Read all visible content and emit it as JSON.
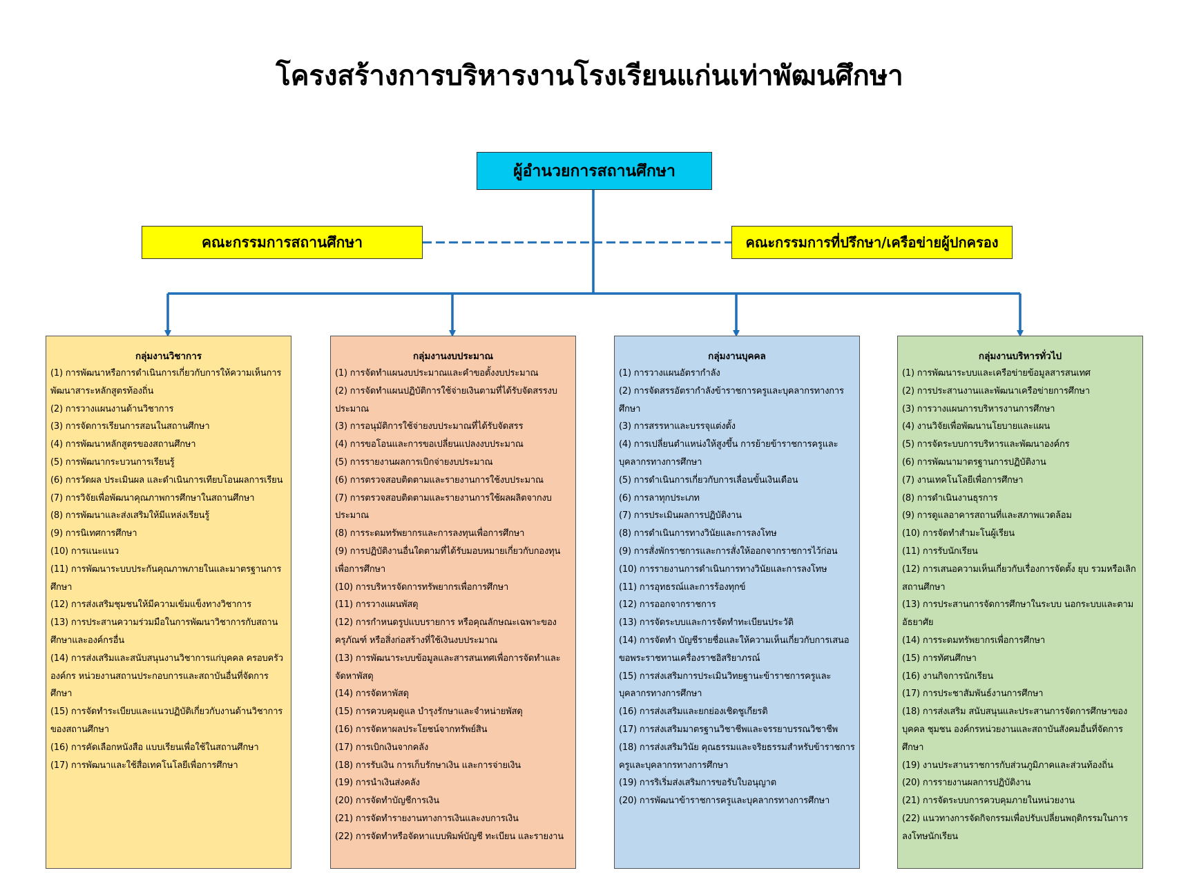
{
  "title": "โครงสร้างการบริหารงานโรงเรียนแก่นเท่าพัฒนศึกษา",
  "director": "ผู้อำนวยการสถานศึกษา",
  "board": "คณะกรรมการสถานศึกษา",
  "advisory": "คณะกรรมการที่ปรึกษา/เครือข่ายผู้ปกครอง",
  "colors": {
    "director": "#00c8f0",
    "committees": "#ffff00",
    "connector": "#1f6fb8",
    "academic": "#ffe699",
    "budget": "#f8cbad",
    "personnel": "#bdd7ee",
    "general": "#c6e0b4"
  },
  "groups": [
    {
      "title": "กลุ่มงานวิชาการ",
      "items": [
        "(1) การพัฒนาหรือการดำเนินการเกี่ยวกับการให้ความเห็นการพัฒนาสาระหลักสูตรท้องถิ่น",
        "(2) การวางแผนงานด้านวิชาการ",
        "(3) การจัดการเรียนการสอนในสถานศึกษา",
        "(4) การพัฒนาหลักสูตรของสถานศึกษา",
        "(5) การพัฒนากระบวนการเรียนรู้",
        "(6) การวัดผล ประเมินผล และดำเนินการเทียบโอนผลการเรียน",
        "(7) การวิจัยเพื่อพัฒนาคุณภาพการศึกษาในสถานศึกษา",
        "(8) การพัฒนาและส่งเสริมให้มีแหล่งเรียนรู้",
        "(9) การนิเทศการศึกษา",
        "(10) การแนะแนว",
        "(11) การพัฒนาระบบประกันคุณภาพภายในและมาตรฐานการศึกษา",
        "(12) การส่งเสริมชุมชนให้มีความเข้มแข็งทางวิชาการ",
        "(13) การประสานความร่วมมือในการพัฒนาวิชาการกับสถานศึกษาและองค์กรอื่น",
        "(14) การส่งเสริมและสนับสนุนงานวิชาการแก่บุคคล ครอบครัว องค์กร หน่วยงานสถานประกอบการและสถาบันอื่นที่จัดการศึกษา",
        "(15) การจัดทำระเบียบและแนวปฏิบัติเกี่ยวกับงานด้านวิชาการของสถานศึกษา",
        "(16) การคัดเลือกหนังสือ แบบเรียนเพื่อใช้ในสถานศึกษา",
        "(17) การพัฒนาและใช้สื่อเทคโนโลยีเพื่อการศึกษา"
      ]
    },
    {
      "title": "กลุ่มงานงบประมาณ",
      "items": [
        "(1) การจัดทำแผนงบประมาณและคำขอตั้งงบประมาณ",
        "(2) การจัดทำแผนปฏิบัติการใช้จ่ายเงินตามที่ได้รับจัดสรรงบประมาณ",
        "(3) การอนุมัติการใช้จ่ายงบประมาณที่ได้รับจัดสรร",
        "(4) การขอโอนและการขอเปลี่ยนแปลงงบประมาณ",
        "(5) การรายงานผลการเบิกจ่ายงบประมาณ",
        "(6) การตรวจสอบติดตามและรายงานการใช้งบประมาณ",
        "(7) การตรวจสอบติดตามและรายงานการใช้ผลผลิตจากงบประมาณ",
        "(8) การระดมทรัพยากรและการลงทุนเพื่อการศึกษา",
        "(9) การปฏิบัติงานอื่นใดตามที่ได้รับมอบหมายเกี่ยวกับกองทุนเพื่อการศึกษา",
        "(10) การบริหารจัดการทรัพยากรเพื่อการศึกษา",
        "(11) การวางแผนพัสดุ",
        "(12) การกำหนดรูปแบบรายการ หรือคุณลักษณะเฉพาะของครุภัณฑ์ หรือสิ่งก่อสร้างที่ใช้เงินงบประมาณ",
        "(13) การพัฒนาระบบข้อมูลและสารสนเทศเพื่อการจัดทำและจัดหาพัสดุ",
        "(14) การจัดหาพัสดุ",
        "(15) การควบคุมดูแล บำรุงรักษาและจำหน่ายพัสดุ",
        "(16) การจัดหาผลประโยชน์จากทรัพย์สิน",
        "(17) การเบิกเงินจากคลัง",
        "(18) การรับเงิน การเก็บรักษาเงิน และการจ่ายเงิน",
        "(19) การนำเงินส่งคลัง",
        "(20) การจัดทำบัญชีการเงิน",
        "(21) การจัดทำรายงานทางการเงินและงบการเงิน",
        "(22) การจัดทำหรือจัดหาแบบพิมพ์บัญชี ทะเบียน และรายงาน"
      ]
    },
    {
      "title": "กลุ่มงานบุคคล",
      "items": [
        "(1) การวางแผนอัตรากำลัง",
        "(2) การจัดสรรอัตรากำลังข้าราชการครูและบุคลากรทางการศึกษา",
        "(3) การสรรหาและบรรจุแต่งตั้ง",
        "(4) การเปลี่ยนตำแหน่งให้สูงขึ้น การย้ายข้าราชการครูและบุคลากรทางการศึกษา",
        "(5) การดำเนินการเกี่ยวกับการเลื่อนขั้นเงินเดือน",
        "(6) การลาทุกประเภท",
        "(7) การประเมินผลการปฏิบัติงาน",
        "(8) การดำเนินการทางวินัยและการลงโทษ",
        "(9) การสั่งพักราชการและการสั่งให้ออกจากราชการไว้ก่อน",
        "(10) การรายงานการดำเนินการทางวินัยและการลงโทษ",
        "(11) การอุทธรณ์และการร้องทุกข์",
        "(12) การออกจากราชการ",
        "(13) การจัดระบบและการจัดทำทะเบียนประวัติ",
        "(14) การจัดทำ บัญชีรายชื่อและให้ความเห็นเกี่ยวกับการเสนอขอพระราชทานเครื่องราชอิสริยาภรณ์",
        "(15) การส่งเสริมการประเมินวิทยฐานะข้าราชการครูและบุคลากรทางการศึกษา",
        "(16) การส่งเสริมและยกย่องเชิดชูเกียรติ",
        "(17) การส่งเสริมมาตรฐานวิชาชีพและจรรยาบรรณวิชาชีพ",
        "(18) การส่งเสริมวินัย คุณธรรมและจริยธรรมสำหรับข้าราชการครูและบุคลากรทางการศึกษา",
        "(19) การริเริ่มส่งเสริมการขอรับใบอนุญาต",
        "(20) การพัฒนาข้าราชการครูและบุคลากรทางการศึกษา"
      ]
    },
    {
      "title": "กลุ่มงานบริหารทั่วไป",
      "items": [
        "(1) การพัฒนาระบบและเครือข่ายข้อมูลสารสนเทศ",
        "(2) การประสานงานและพัฒนาเครือข่ายการศึกษา",
        "(3) การวางแผนการบริหารงานการศึกษา",
        "(4) งานวิจัยเพื่อพัฒนานโยบายและแผน",
        "(5) การจัดระบบการบริหารและพัฒนาองค์กร",
        "(6) การพัฒนามาตรฐานการปฏิบัติงาน",
        "(7) งานเทคโนโลยีเพื่อการศึกษา",
        "(8) การดำเนินงานธุรการ",
        "(9) การดูแลอาคารสถานที่และสภาพแวดล้อม",
        "(10) การจัดทำสำมะโนผู้เรียน",
        "(11) การรับนักเรียน",
        "(12) การเสนอความเห็นเกี่ยวกับเรื่องการจัดตั้ง ยุบ รวมหรือเลิกสถานศึกษา",
        "(13) การประสานการจัดการศึกษาในระบบ นอกระบบและตามอัธยาศัย",
        "(14) การระดมทรัพยากรเพื่อการศึกษา",
        "(15) การทัศนศึกษา",
        "(16) งานกิจการนักเรียน",
        "(17) การประชาสัมพันธ์งานการศึกษา",
        "(18) การส่งเสริม สนับสนุนและประสานการจัดการศึกษาของบุคคล ชุมชน องค์กรหน่วยงานและสถาบันสังคมอื่นที่จัดการศึกษา",
        "(19) งานประสานราชการกับส่วนภูมิภาคและส่วนท้องถิ่น",
        "(20) การรายงานผลการปฏิบัติงาน",
        "(21) การจัดระบบการควบคุมภายในหน่วยงาน",
        "(22) แนวทางการจัดกิจกรรมเพื่อปรับเปลี่ยนพฤติกรรมในการลงโทษนักเรียน"
      ]
    }
  ]
}
